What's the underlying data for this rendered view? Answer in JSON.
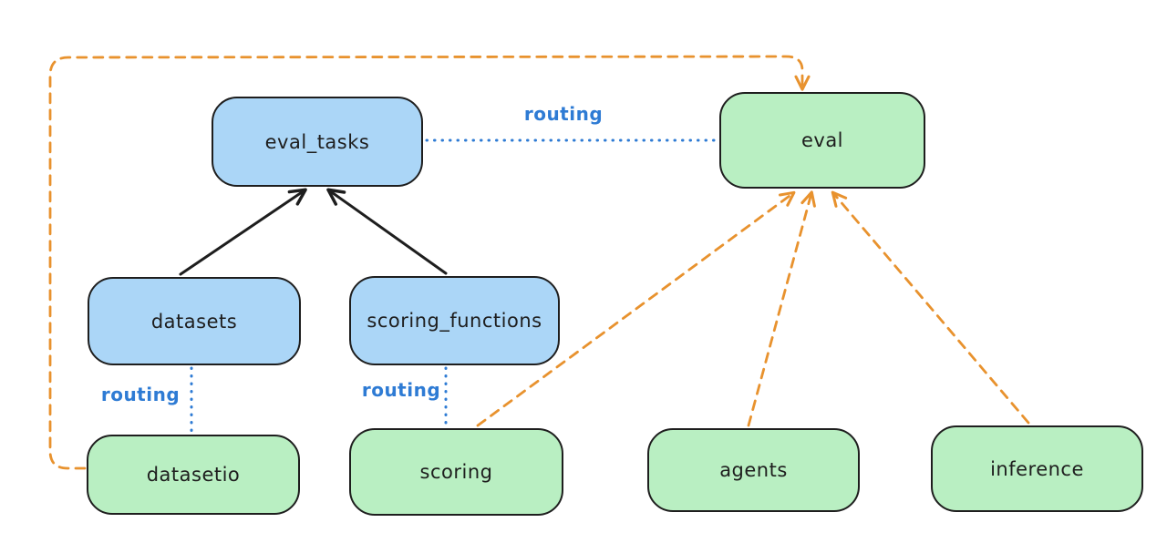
{
  "diagram": {
    "colors": {
      "blue_box_fill": "#abd6f7",
      "green_box_fill": "#b9efc2",
      "box_border": "#1e1e1e",
      "routing_blue": "#2e7bd4",
      "orange": "#e8922e",
      "background": "#ffffff"
    },
    "nodes": [
      {
        "id": "eval_tasks",
        "label": "eval_tasks",
        "color": "blue"
      },
      {
        "id": "eval",
        "label": "eval",
        "color": "green"
      },
      {
        "id": "datasets",
        "label": "datasets",
        "color": "blue"
      },
      {
        "id": "scoring_functions",
        "label": "scoring_functions",
        "color": "blue"
      },
      {
        "id": "datasetio",
        "label": "datasetio",
        "color": "green"
      },
      {
        "id": "scoring",
        "label": "scoring",
        "color": "green"
      },
      {
        "id": "agents",
        "label": "agents",
        "color": "green"
      },
      {
        "id": "inference",
        "label": "inference",
        "color": "green"
      }
    ],
    "edges": [
      {
        "from": "datasets",
        "to": "eval_tasks",
        "style": "solid",
        "color": "black",
        "arrow": true,
        "label": ""
      },
      {
        "from": "scoring_functions",
        "to": "eval_tasks",
        "style": "solid",
        "color": "black",
        "arrow": true,
        "label": ""
      },
      {
        "from": "eval_tasks",
        "to": "eval",
        "style": "dotted",
        "color": "blue",
        "arrow": false,
        "label": "routing"
      },
      {
        "from": "datasets",
        "to": "datasetio",
        "style": "dotted",
        "color": "blue",
        "arrow": false,
        "label": "routing"
      },
      {
        "from": "scoring_functions",
        "to": "scoring",
        "style": "dotted",
        "color": "blue",
        "arrow": false,
        "label": "routing"
      },
      {
        "from": "datasetio",
        "to": "eval",
        "style": "dashed",
        "color": "orange",
        "arrow": true,
        "label": ""
      },
      {
        "from": "scoring",
        "to": "eval",
        "style": "dashed",
        "color": "orange",
        "arrow": true,
        "label": ""
      },
      {
        "from": "agents",
        "to": "eval",
        "style": "dashed",
        "color": "orange",
        "arrow": true,
        "label": ""
      },
      {
        "from": "inference",
        "to": "eval",
        "style": "dashed",
        "color": "orange",
        "arrow": true,
        "label": ""
      }
    ]
  }
}
